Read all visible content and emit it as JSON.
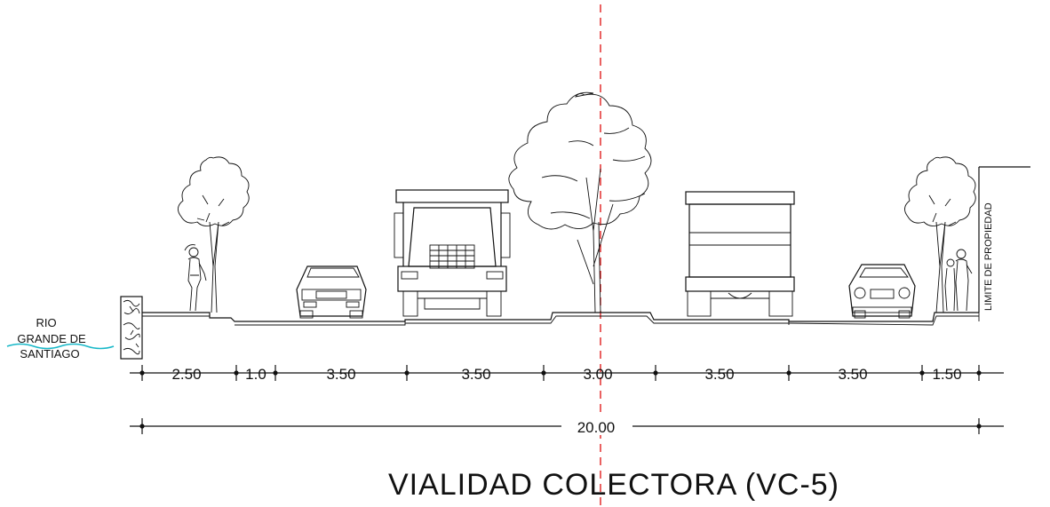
{
  "title": "VIALIDAD COLECTORA  (VC-5)",
  "river_label": [
    "RIO",
    "GRANDE DE",
    "SANTIAGO"
  ],
  "property_label": "LIMITE DE PROPIEDAD",
  "dimensions": {
    "segments": [
      "2.50",
      "1.0",
      "3.50",
      "3.50",
      "3.00",
      "3.50",
      "3.50",
      "1.50"
    ],
    "total": "20.00"
  },
  "colors": {
    "line": "#111111",
    "centerline": "#e02020",
    "river_accent": "#18b8c8"
  },
  "elements": {
    "trees": [
      "tree-left",
      "tree-median",
      "tree-right"
    ],
    "vehicles": [
      "car-left",
      "truck-front",
      "truck-rear",
      "car-right"
    ],
    "pedestrians": [
      "pedestrian-left",
      "pedestrian-right"
    ]
  }
}
